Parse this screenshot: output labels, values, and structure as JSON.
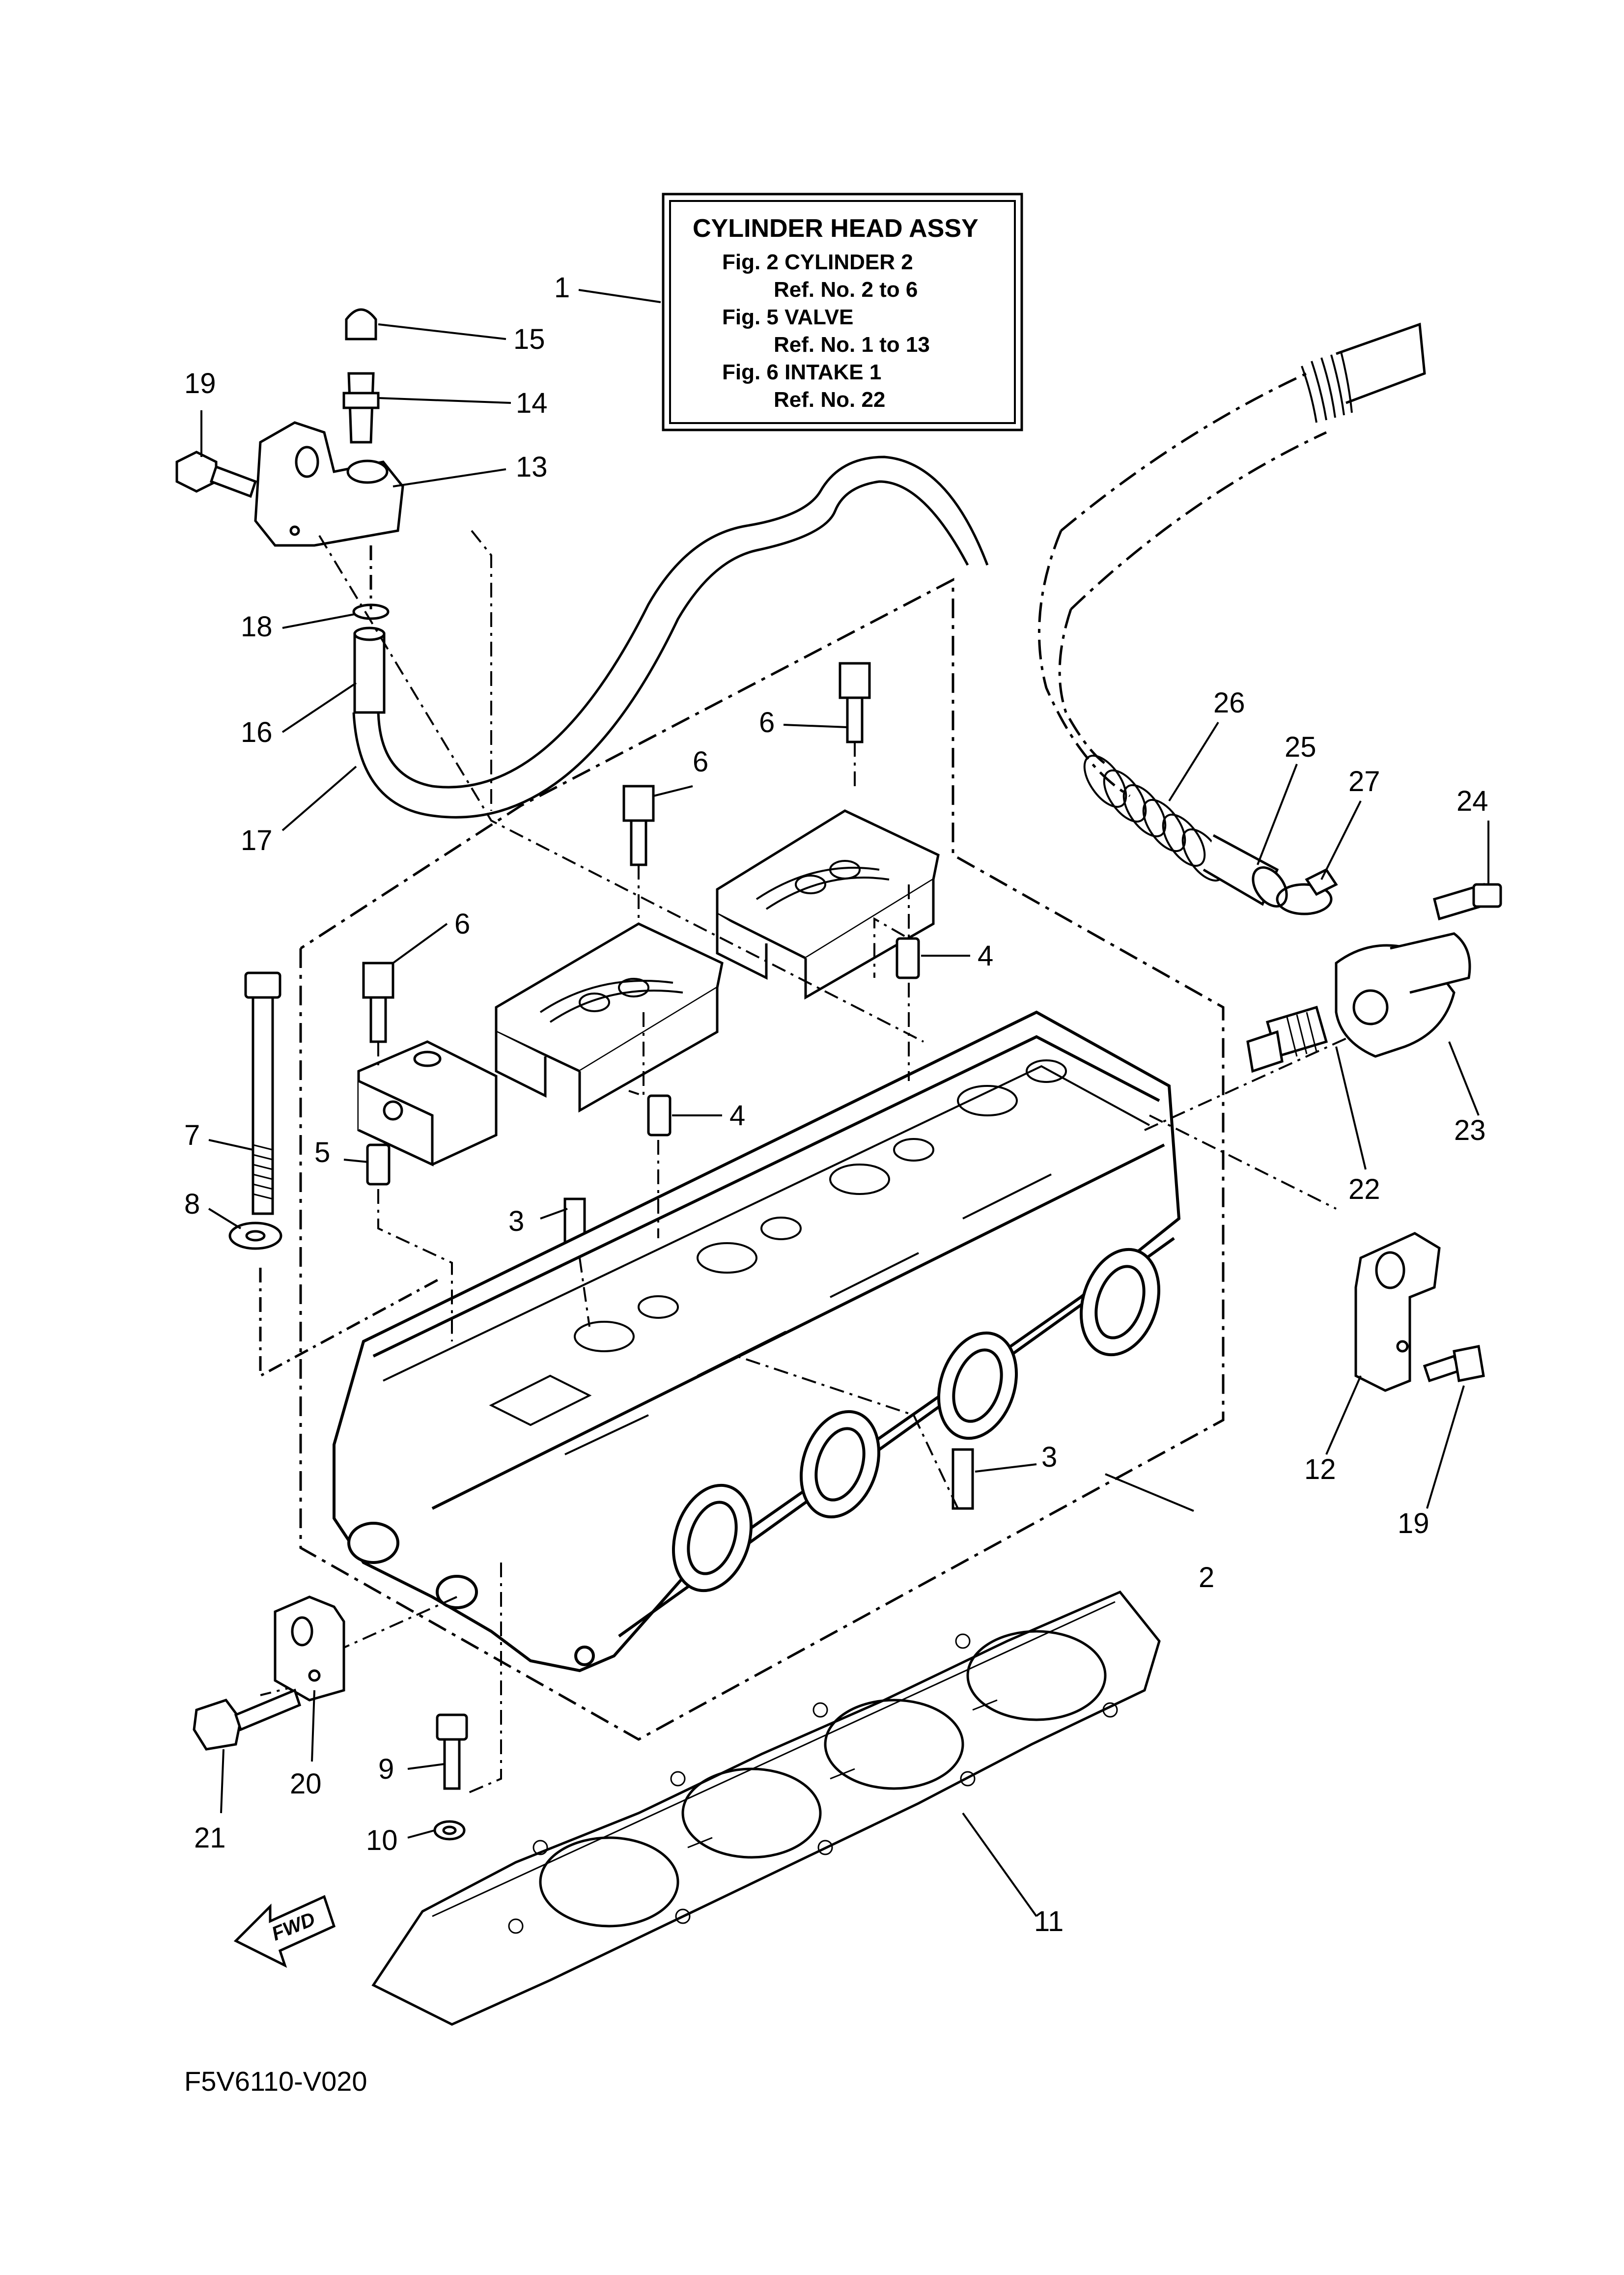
{
  "legend": {
    "title": "CYLINDER HEAD ASSY",
    "lines": [
      "Fig.  2 CYLINDER 2",
      "Ref. No. 2 to 6",
      "Fig.  5 VALVE",
      "Ref. No. 1 to 13",
      "Fig.  6 INTAKE 1",
      "Ref. No. 22"
    ]
  },
  "callouts": [
    "1",
    "2",
    "3",
    "3",
    "4",
    "4",
    "5",
    "6",
    "6",
    "6",
    "7",
    "8",
    "9",
    "10",
    "11",
    "12",
    "13",
    "14",
    "15",
    "16",
    "17",
    "18",
    "19",
    "19",
    "20",
    "21",
    "22",
    "23",
    "24",
    "25",
    "26",
    "27"
  ],
  "fwd_label": "FWD",
  "diagram_code": "F5V6110-V020",
  "colors": {
    "ink": "#000000",
    "paper": "#ffffff"
  }
}
